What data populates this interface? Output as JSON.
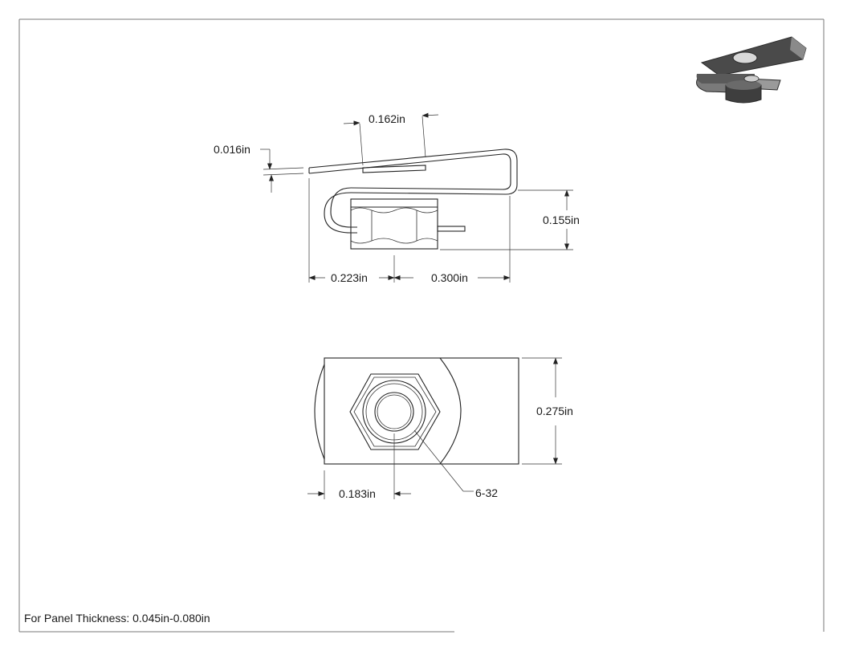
{
  "dimensions": {
    "width_top": "0.162in",
    "thickness": "0.016in",
    "height": "0.155in",
    "left_offset": "0.223in",
    "right_length": "0.300in",
    "bottom_width": "0.275in",
    "bottom_offset": "0.183in"
  },
  "callouts": {
    "thread": "6-32"
  },
  "note": "For Panel Thickness: 0.045in-0.080in",
  "icons": {
    "thumbnail": "clip-nut-3d-render-icon"
  },
  "colors": {
    "line": "#222222",
    "frame": "#777777",
    "render_dark": "#3a3a3a",
    "render_mid": "#6b6b6b",
    "render_light": "#a8a8a8"
  }
}
